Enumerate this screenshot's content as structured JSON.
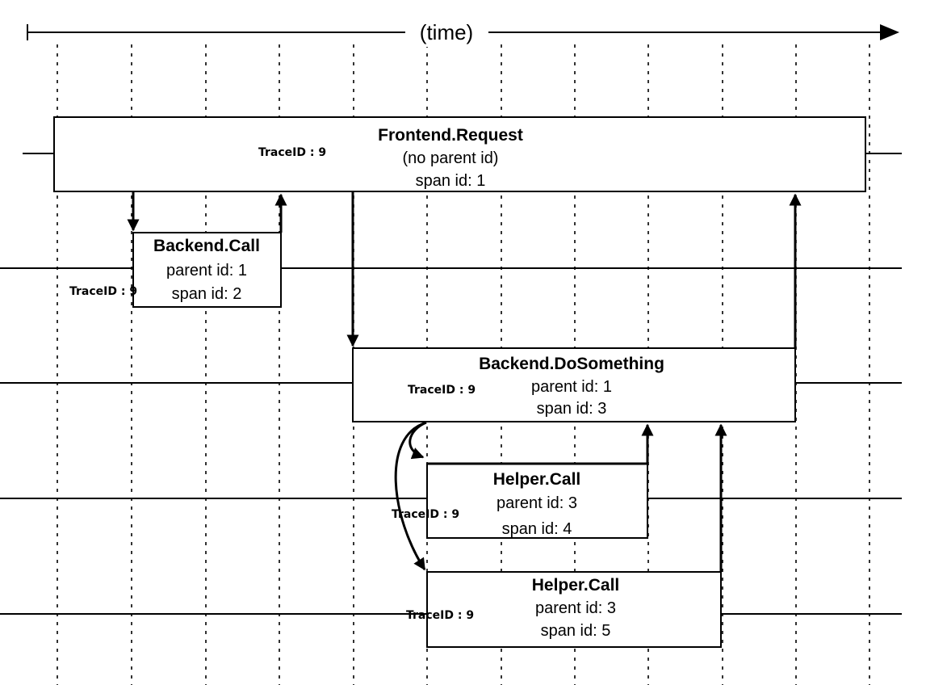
{
  "axis": {
    "label": "(time)"
  },
  "spans": [
    {
      "name": "Frontend.Request",
      "parent_text": "(no parent id)",
      "span_text": "span id: 1",
      "trace_text": "TraceID : 9"
    },
    {
      "name": "Backend.Call",
      "parent_text": "parent id: 1",
      "span_text": "span id: 2",
      "trace_text": "TraceID : 9"
    },
    {
      "name": "Backend.DoSomething",
      "parent_text": "parent id: 1",
      "span_text": "span id: 3",
      "trace_text": "TraceID : 9"
    },
    {
      "name": "Helper.Call",
      "parent_text": "parent id: 3",
      "span_text": "span id: 4",
      "trace_text": "TraceID : 9"
    },
    {
      "name": "Helper.Call",
      "parent_text": "parent id: 3",
      "span_text": "span id: 5",
      "trace_text": "TraceID : 9"
    }
  ]
}
